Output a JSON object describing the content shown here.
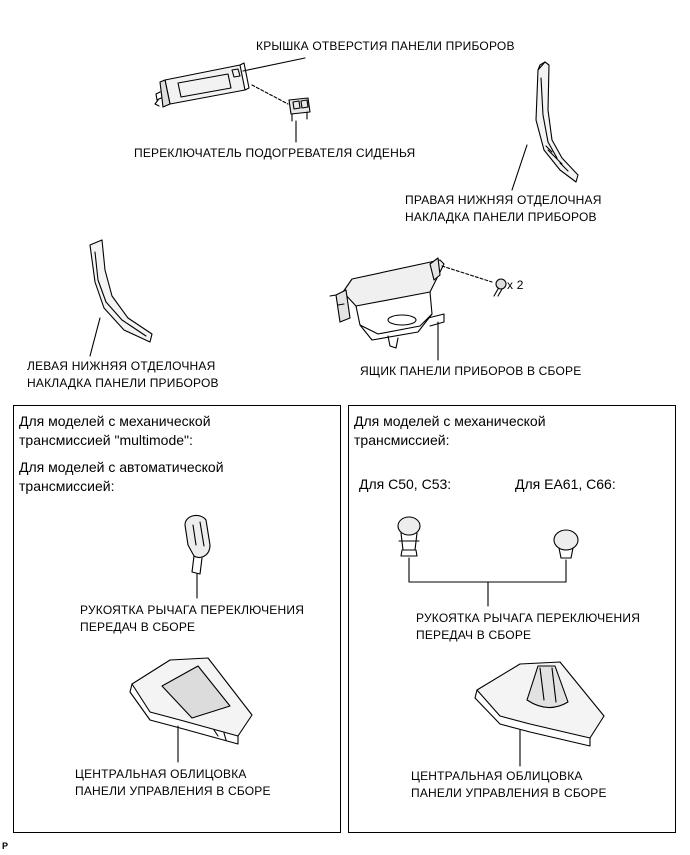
{
  "labels": {
    "dash_hole_cover": "КРЫШКА ОТВЕРСТИЯ ПАНЕЛИ ПРИБОРОВ",
    "seat_heater_switch": "ПЕРЕКЛЮЧАТЕЛЬ ПОДОГРЕВАТЕЛЯ СИДЕНЬЯ",
    "right_lower_finish_1": "ПРАВАЯ НИЖНЯЯ ОТДЕЛОЧНАЯ",
    "right_lower_finish_2": "НАКЛАДКА ПАНЕЛИ ПРИБОРОВ",
    "left_lower_finish_1": "ЛЕВАЯ НИЖНЯЯ ОТДЕЛОЧНАЯ",
    "left_lower_finish_2": "НАКЛАДКА ПАНЕЛИ ПРИБОРОВ",
    "box_assy": "ЯЩИК ПАНЕЛИ ПРИБОРОВ В СБОРЕ",
    "screw_count": "x 2"
  },
  "left_panel": {
    "heading1_line1": "Для моделей с механической",
    "heading1_line2": "трансмиссией \"multimode\":",
    "heading2_line1": "Для моделей с автоматической",
    "heading2_line2": "трансмиссией:",
    "knob_label_1": "РУКОЯТКА РЫЧАГА ПЕРЕКЛЮЧЕНИЯ",
    "knob_label_2": "ПЕРЕДАЧ В СБОРЕ",
    "console_label_1": "ЦЕНТРАЛЬНАЯ ОБЛИЦОВКА",
    "console_label_2": "ПАНЕЛИ УПРАВЛЕНИЯ В СБОРЕ"
  },
  "right_panel": {
    "heading_line1": "Для моделей с механической",
    "heading_line2": "трансмиссией:",
    "variant_a": "Для C50, C53:",
    "variant_b": "Для EA61, C66:",
    "knob_label_1": "РУКОЯТКА РЫЧАГА ПЕРЕКЛЮЧЕНИЯ",
    "knob_label_2": "ПЕРЕДАЧ В СБОРЕ",
    "console_label_1": "ЦЕНТРАЛЬНАЯ ОБЛИЦОВКА",
    "console_label_2": "ПАНЕЛИ УПРАВЛЕНИЯ В СБОРЕ"
  },
  "corner_mark": "P"
}
